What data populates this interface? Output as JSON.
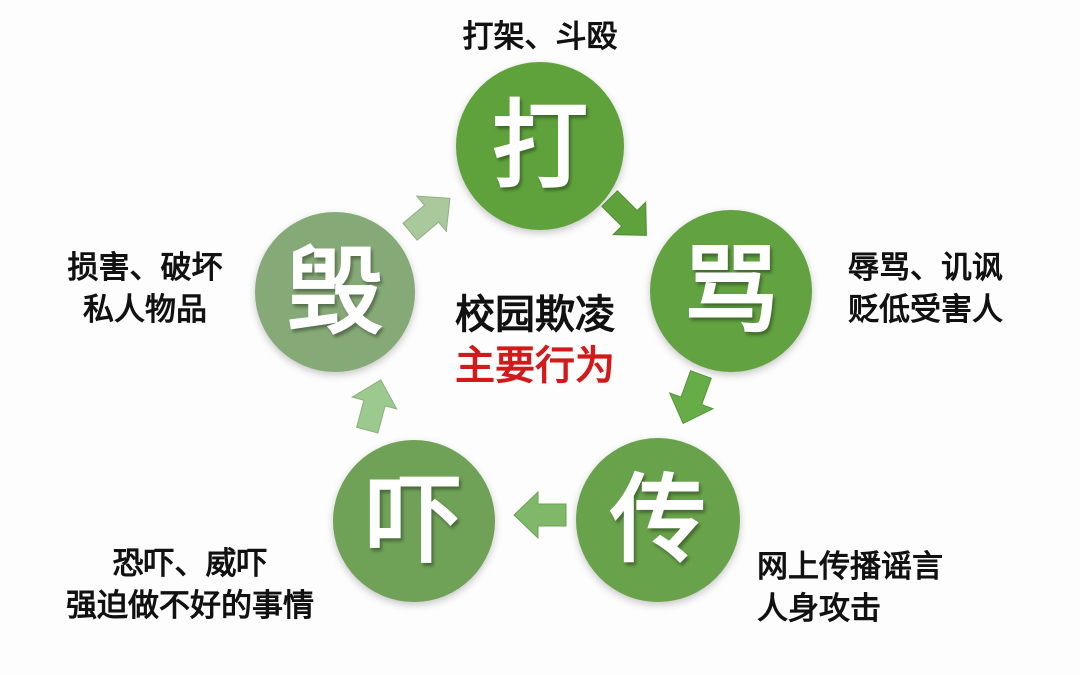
{
  "title": {
    "line1": "校园欺凌",
    "line2": "主要行为",
    "line1_color": "#111111",
    "line2_color": "#d21a1a"
  },
  "nodes": [
    {
      "id": "hit",
      "glyph": "打",
      "color": "#5fa23c",
      "description": [
        "打架、斗殴"
      ]
    },
    {
      "id": "scold",
      "glyph": "骂",
      "color": "#62a241",
      "description": [
        "辱骂、讥讽",
        "贬低受害人"
      ]
    },
    {
      "id": "spread",
      "glyph": "传",
      "color": "#68a24a",
      "description": [
        "网上传播谣言",
        "人身攻击"
      ]
    },
    {
      "id": "scare",
      "glyph": "吓",
      "color": "#6fa157",
      "description": [
        "恐吓、威吓",
        "强迫做不好的事情"
      ]
    },
    {
      "id": "destroy",
      "glyph": "毁",
      "color": "#86aa77",
      "description": [
        "损害、破坏",
        "私人物品"
      ]
    }
  ],
  "arrows": [
    {
      "from": "destroy",
      "to": "hit",
      "color": "#a9c89c"
    },
    {
      "from": "hit",
      "to": "scold",
      "color": "#5fa23c"
    },
    {
      "from": "scold",
      "to": "spread",
      "color": "#66ad48"
    },
    {
      "from": "spread",
      "to": "scare",
      "color": "#7fb868"
    },
    {
      "from": "scare",
      "to": "destroy",
      "color": "#9cc98e"
    }
  ]
}
